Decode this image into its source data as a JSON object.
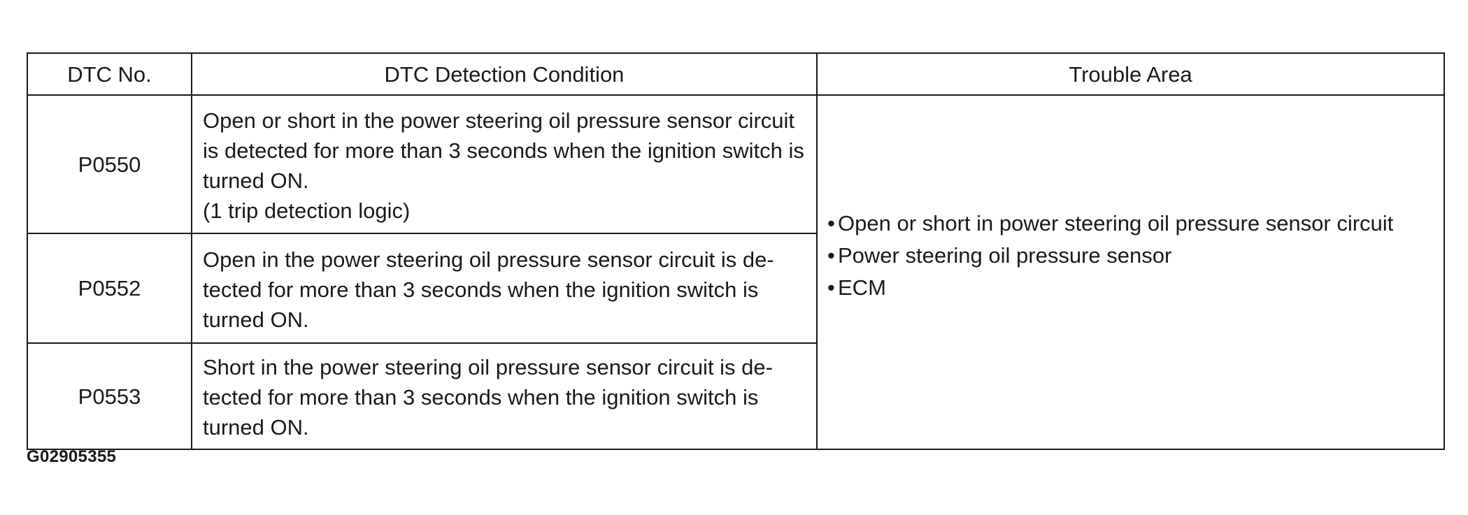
{
  "table": {
    "headers": {
      "dtc_no": "DTC No.",
      "condition": "DTC Detection Condition",
      "trouble_area": "Trouble Area"
    },
    "rows": [
      {
        "code": "P0550",
        "condition_lines": [
          "Open or short in the power steering oil pressure sensor circuit",
          "is detected for more than 3 seconds when the ignition switch is",
          "turned ON.",
          "(1 trip detection logic)"
        ]
      },
      {
        "code": "P0552",
        "condition_lines": [
          "Open in the power steering oil pressure sensor circuit is de-",
          "tected for more than 3 seconds when the ignition switch is",
          "turned ON."
        ]
      },
      {
        "code": "P0553",
        "condition_lines": [
          "Short in the power steering oil pressure sensor circuit is de-",
          "tected for more than 3 seconds when the ignition switch is",
          "turned ON."
        ]
      }
    ],
    "trouble_area": {
      "bullet_glyph": "•",
      "items": [
        "Open or short in power steering oil pressure sensor circuit",
        "Power steering oil pressure sensor",
        "ECM"
      ]
    }
  },
  "figure_id": "G02905355"
}
